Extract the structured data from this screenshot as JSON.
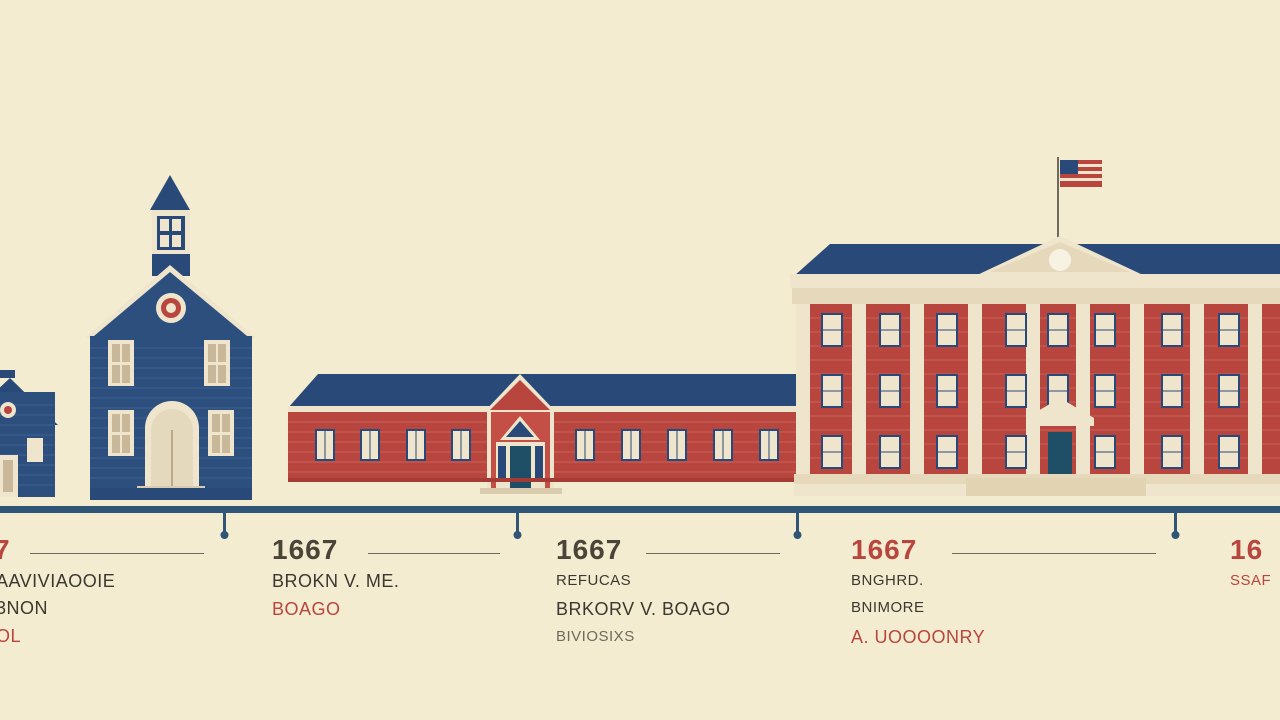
{
  "colors": {
    "background": "#f4ecd0",
    "navy": "#294a78",
    "brick": "#b8463e",
    "cream": "#efe4cc",
    "timeline": "#2f5677",
    "year_text": "#4a4538",
    "red_text": "#b8463e"
  },
  "timeline": {
    "entries": [
      {
        "year": "",
        "lines": [
          "AAVIVIAOOIE",
          "3NON",
          "OL"
        ]
      },
      {
        "year": "1667",
        "lines": [
          "BROKN V. ME.",
          "BOAGO"
        ]
      },
      {
        "year": "1667",
        "lines": [
          "REFUCAS",
          "BRKORV V. BOAGO",
          "BIVIOSIXS"
        ]
      },
      {
        "year": "1667",
        "lines": [
          "BNGHRD.",
          "BNIMORE",
          "A. UOOOONRY"
        ]
      },
      {
        "year": "16",
        "lines": [
          "SSAF"
        ]
      }
    ]
  }
}
